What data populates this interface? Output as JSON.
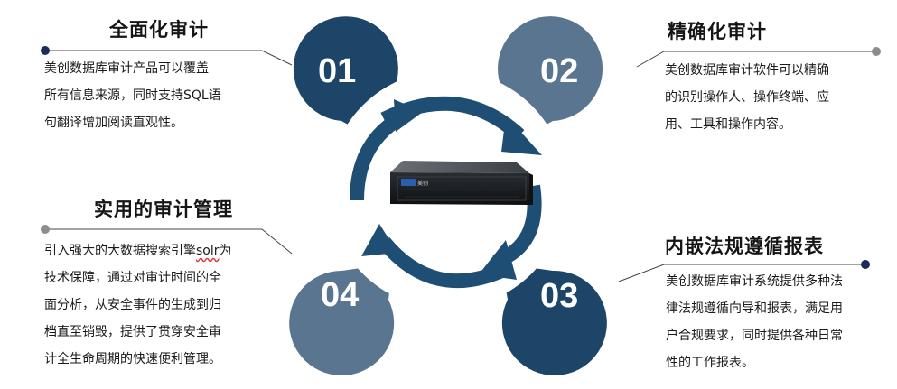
{
  "colors": {
    "dark": "#1c4568",
    "mid": "#5a7590",
    "arrow": "#1e4e74",
    "connector": "#444444",
    "dot_dark": "#1a2d5a",
    "dot_grey": "#8c8c8c"
  },
  "items": [
    {
      "number": "01",
      "title": "全面化审计",
      "lines": [
        "美创数据库审计产品可以覆盖",
        "所有信息来源，同时支持SQL语",
        "句翻译增加阅读直观性。"
      ]
    },
    {
      "number": "02",
      "title": "精确化审计",
      "lines": [
        "美创数据库审计软件可以精确",
        "的识别操作人、操作终端、应",
        "用、工具和操作内容。"
      ]
    },
    {
      "number": "03",
      "title": "内嵌法规遵循报表",
      "lines": [
        "美创数据库审计系统提供多种法",
        "律法规遵循向导和报表，满足用",
        "户合规要求，同时提供各种日常",
        "性的工作报表。"
      ]
    },
    {
      "number": "04",
      "title": "实用的审计管理",
      "lines_first_prefix": "引入强大的大数据搜索引擎",
      "lines_first_word": "solr",
      "lines_first_suffix": "为",
      "lines": [
        "技术保障，通过对审计时间的全",
        "面分析，从安全事件的生成到归",
        "档直至销毁，提供了贯穿安全审",
        "计全生命周期的快速便利管理。"
      ]
    }
  ],
  "device": {
    "logo_text": "美创"
  }
}
